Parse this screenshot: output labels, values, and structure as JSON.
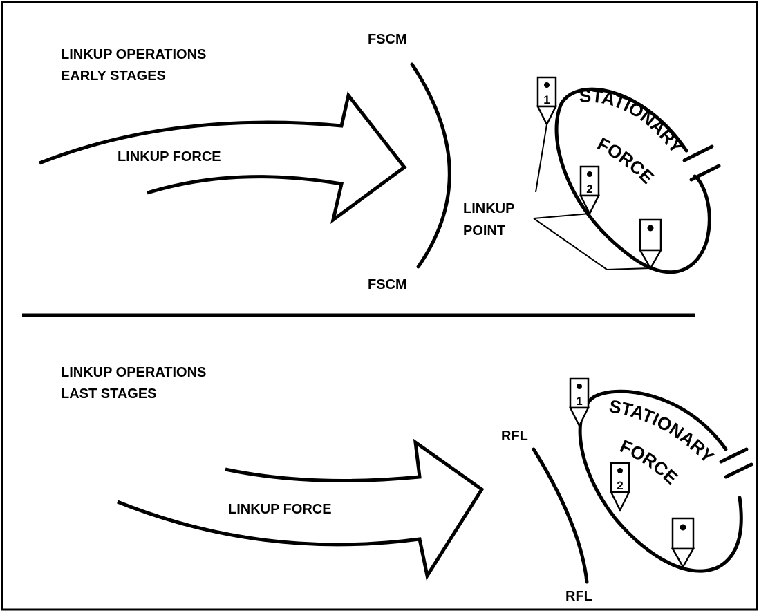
{
  "top": {
    "title_line1": "LINKUP OPERATIONS",
    "title_line2": "EARLY STAGES",
    "force_label": "LINKUP FORCE",
    "fscm_top": "FSCM",
    "fscm_bottom": "FSCM",
    "linkup_point_line1": "LINKUP",
    "linkup_point_line2": "POINT",
    "stationary_label": "STATIONARY",
    "force_word": "FORCE",
    "marker1": "1",
    "marker2": "2"
  },
  "bottom": {
    "title_line1": "LINKUP OPERATIONS",
    "title_line2": "LAST STAGES",
    "force_label": "LINKUP FORCE",
    "rfl_top": "RFL",
    "rfl_bottom": "RFL",
    "stationary_label": "STATIONARY",
    "force_word": "FORCE",
    "marker1": "1",
    "marker2": "2"
  },
  "colors": {
    "ink": "#000000",
    "background": "#ffffff"
  }
}
